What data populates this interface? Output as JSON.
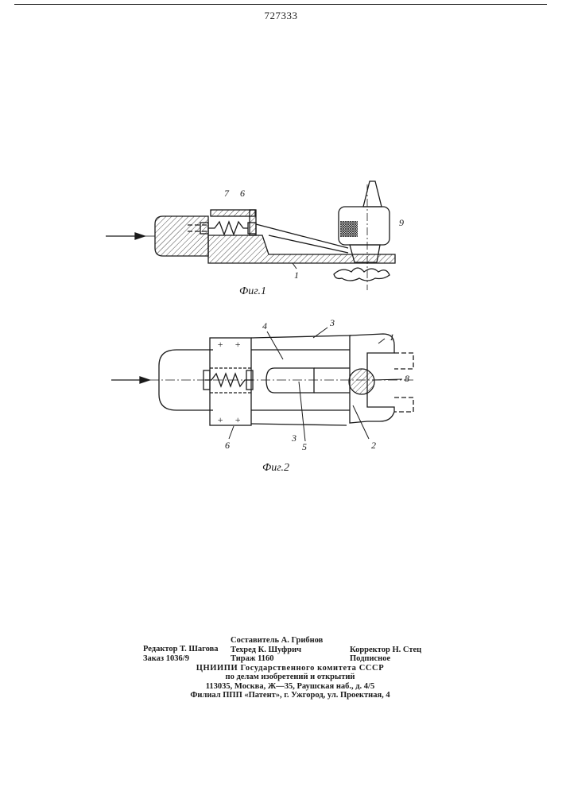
{
  "patent_number": "727333",
  "figures": [
    {
      "caption": "Фиг.1",
      "labels": [
        "7",
        "6",
        "9",
        "1"
      ]
    },
    {
      "caption": "Фиг.2",
      "labels": [
        "4",
        "3",
        "1",
        "8",
        "6",
        "5",
        "2",
        "3"
      ],
      "plus_marks": [
        "+",
        "+",
        "+",
        "+"
      ]
    }
  ],
  "colophon": {
    "editor": "Редактор Т. Шагова",
    "compiler": "Составитель А. Грибнов",
    "techred": "Техред К. Шуфрич",
    "corrector": "Корректор Н. Стец",
    "order": "Заказ 1036/9",
    "print_run": "Тираж 1160",
    "subscription": "Подписное",
    "org_line1": "ЦНИИПИ Государственного комитета СССР",
    "org_line2": "по делам изобретений и открытий",
    "address": "113035, Москва, Ж—35, Раушская наб., д. 4/5",
    "branch": "Филиал ППП «Патент», г. Ужгород, ул. Проектная, 4"
  }
}
